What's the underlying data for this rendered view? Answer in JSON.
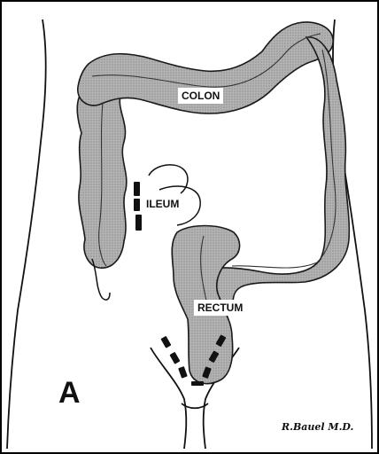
{
  "figure": {
    "panel_letter": "A",
    "labels": {
      "colon": "COLON",
      "ileum": "ILEUM",
      "rectum": "RECTUM"
    },
    "signature": "R.Bauel M.D."
  },
  "colors": {
    "border": "#000000",
    "bowel_fill": "#a8a8a8",
    "outline": "#1a1a1a",
    "background": "#ffffff"
  }
}
